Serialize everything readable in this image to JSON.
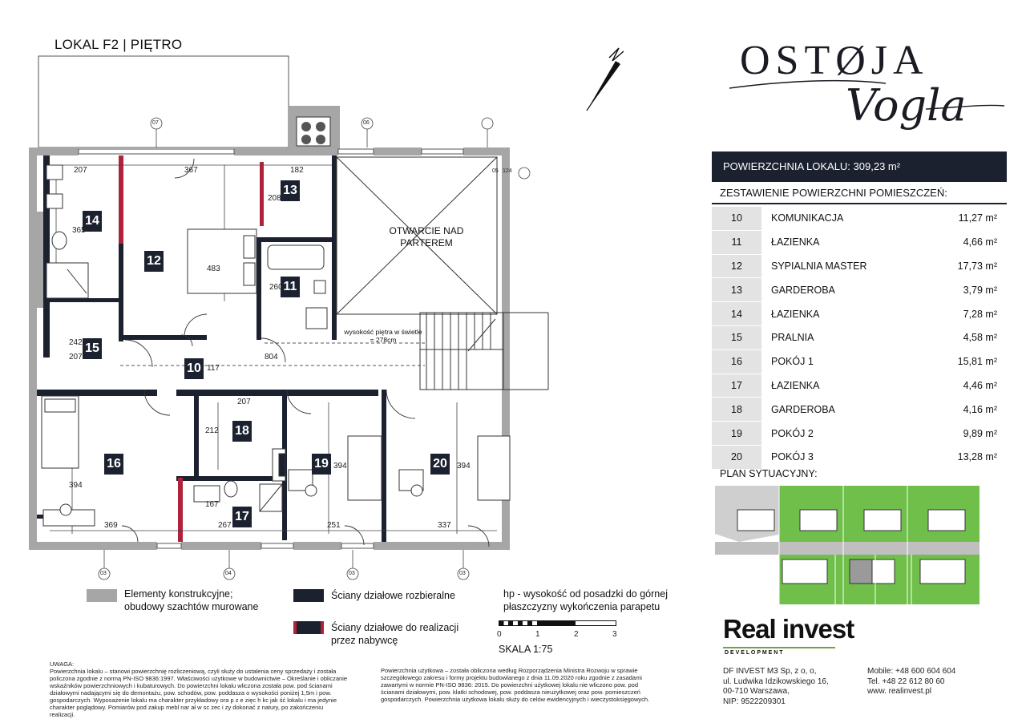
{
  "header": {
    "title": "LOKAL F2 |  PIĘTRO"
  },
  "brand": {
    "main": "OSTØJA",
    "script": "Vogla"
  },
  "summary": {
    "area_label": "POWIERZCHNIA LOKALU: 309,23 m²",
    "list_label": "ZESTAWIENIE POWIERZCHNI POMIESZCZEŃ:"
  },
  "rooms": [
    {
      "num": "10",
      "name": "KOMUNIKACJA",
      "area": "11,27 m²"
    },
    {
      "num": "11",
      "name": "ŁAZIENKA",
      "area": "4,66 m²"
    },
    {
      "num": "12",
      "name": "SYPIALNIA MASTER",
      "area": "17,73 m²"
    },
    {
      "num": "13",
      "name": "GARDEROBA",
      "area": "3,79 m²"
    },
    {
      "num": "14",
      "name": "ŁAZIENKA",
      "area": "7,28 m²"
    },
    {
      "num": "15",
      "name": "PRALNIA",
      "area": "4,58 m²"
    },
    {
      "num": "16",
      "name": "POKÓJ 1",
      "area": "15,81 m²"
    },
    {
      "num": "17",
      "name": "ŁAZIENKA",
      "area": "4,46 m²"
    },
    {
      "num": "18",
      "name": "GARDEROBA",
      "area": "4,16 m²"
    },
    {
      "num": "19",
      "name": "POKÓJ 2",
      "area": "9,89 m²"
    },
    {
      "num": "20",
      "name": "POKÓJ 3",
      "area": "13,28 m²"
    }
  ],
  "situation_plan_label": "PLAN SYTUACYJNY:",
  "legend": {
    "structural": "Elementy konstrukcyjne; obudowy szachtów murowane",
    "partition": "Ściany działowe rozbieralne",
    "buyer": "Ściany działowe do realizacji przez nabywcę",
    "hp_note": "hp - wysokość od posadzki do górnej płaszczyzny wykończenia parapetu",
    "scale_label": "SKALA 1:75",
    "scale_ticks": [
      "0",
      "1",
      "2",
      "3"
    ],
    "colors": {
      "structural": "#a6a6a6",
      "partition": "#1c2130",
      "buyer": "#b0213a"
    }
  },
  "plan": {
    "opening_label": "OTWARCIE NAD PARTEREM",
    "height_note": "wysokość piętra w świetle = 278cm",
    "axes": [
      "07",
      "06",
      "05",
      "03",
      "04",
      "03",
      "03"
    ],
    "room_badges": [
      "14",
      "12",
      "13",
      "11",
      "15",
      "10",
      "18",
      "16",
      "19",
      "20",
      "17"
    ],
    "dims": [
      "207",
      "367",
      "182",
      "365",
      "483",
      "208",
      "260",
      "242",
      "207",
      "117",
      "804",
      "207",
      "212",
      "394",
      "394",
      "394",
      "167",
      "267",
      "251",
      "337",
      "369",
      "124"
    ]
  },
  "notes": {
    "left_title": "UWAGA:",
    "left_body": "Powierzchnia lokalu – stanowi powierzchnię rozliczeniową, czyli służy do ustalenia ceny sprzedaży i została policzona zgodnie z normą PN-ISO 9836:1997. Właściwości użytkowe w budownictwie – Określanie i obliczanie wskaźników powierzchniowych i kubaturowych. Do powierzchni lokalu wliczona została pow. pod ścianami działowymi nadającymi się do demontażu, pow. schodów, pow. poddasza o wysokości poniżej 1,5m i pow. gospodarczych. Wyposażenie lokalu ma charakter przykładowy ora   p z e zięc  h  kc jak  ść lokalu i ma jedynie charakter poglądowy. Pomiarów pod zakup mebl   nar ał  w  sc zec  i  zy dokonać z natury, po zakończeniu realizacji.",
    "right_body": "Powierzchnia użytkowa – została obliczona według Rozporządzenia Ministra Rozwoju w sprawie szczegółowego zakresu i formy projektu budowlanego z dnia 11.09.2020 roku zgodnie z zasadami zawartymi w normie PN-ISO 9836: 2015. Do powierzchni użytkowej lokalu nie wliczono pow. pod ścianami działowymi, pow. klatki schodowej, pow. poddasza nieużytkowej oraz pow. pomieszczeń gospodarczych. Powierzchnia użytkowa lokalu służy do celów ewidencyjnych i wieczystoksięgowych."
  },
  "company": {
    "logo_main": "Real invest",
    "logo_sub": "D E V E L O P M E N T",
    "address_lines": [
      "DF INVEST M3 Sp, z o, o,",
      "ul. Ludwika Idzikowskiego 16,",
      "00-710 Warszawa,",
      "NIP: 9522209301"
    ],
    "contact_lines": [
      "Mobile: +48 600 604 604",
      "Tel. +48 22 612 80 60",
      "www. realinvest.pl"
    ]
  }
}
